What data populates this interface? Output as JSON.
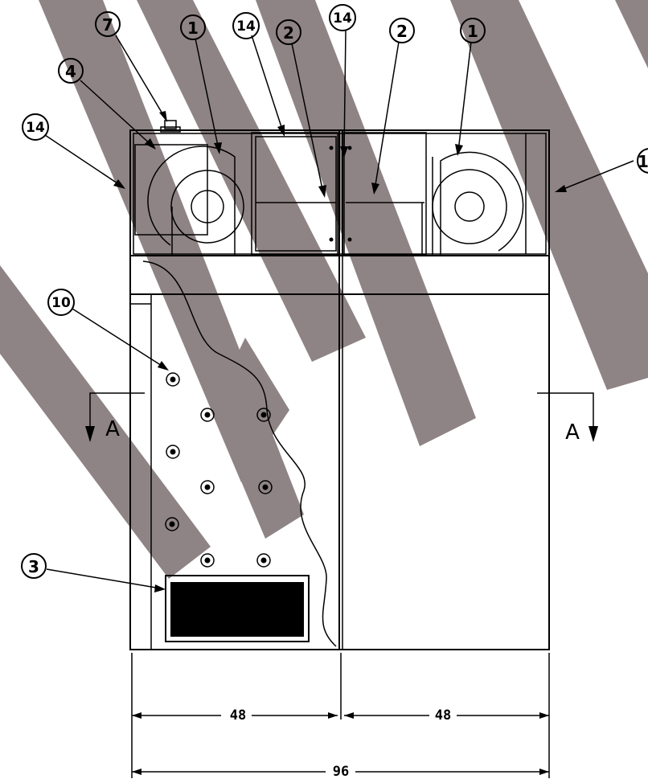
{
  "watermark_color": "#8f8485",
  "callouts": [
    {
      "id": "c7",
      "label": "7"
    },
    {
      "id": "c1a",
      "label": "1"
    },
    {
      "id": "c14a",
      "label": "14"
    },
    {
      "id": "c2a",
      "label": "2"
    },
    {
      "id": "c14b",
      "label": "14"
    },
    {
      "id": "c2b",
      "label": "2"
    },
    {
      "id": "c1b",
      "label": "1"
    },
    {
      "id": "c4",
      "label": "4"
    },
    {
      "id": "c14c",
      "label": "14"
    },
    {
      "id": "c1c",
      "label": "1"
    },
    {
      "id": "c10",
      "label": "10"
    },
    {
      "id": "c3",
      "label": "3"
    }
  ],
  "section": {
    "left": "A",
    "right": "A"
  },
  "dimensions": {
    "left_half": "48",
    "right_half": "48",
    "total": "96"
  }
}
